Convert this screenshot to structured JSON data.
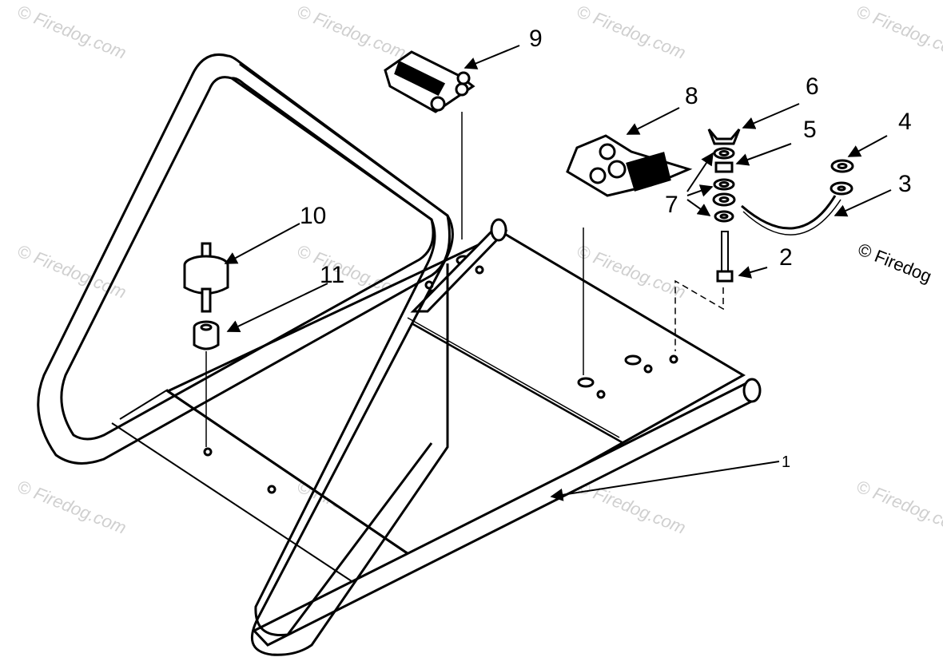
{
  "callouts": {
    "c1": "1",
    "c2": "2",
    "c3": "3",
    "c4": "4",
    "c5": "5",
    "c6": "6",
    "c7": "7",
    "c8": "8",
    "c9": "9",
    "c10": "10",
    "c11": "11"
  },
  "copyright": "© Firedog",
  "watermark": "© Firedog.com"
}
